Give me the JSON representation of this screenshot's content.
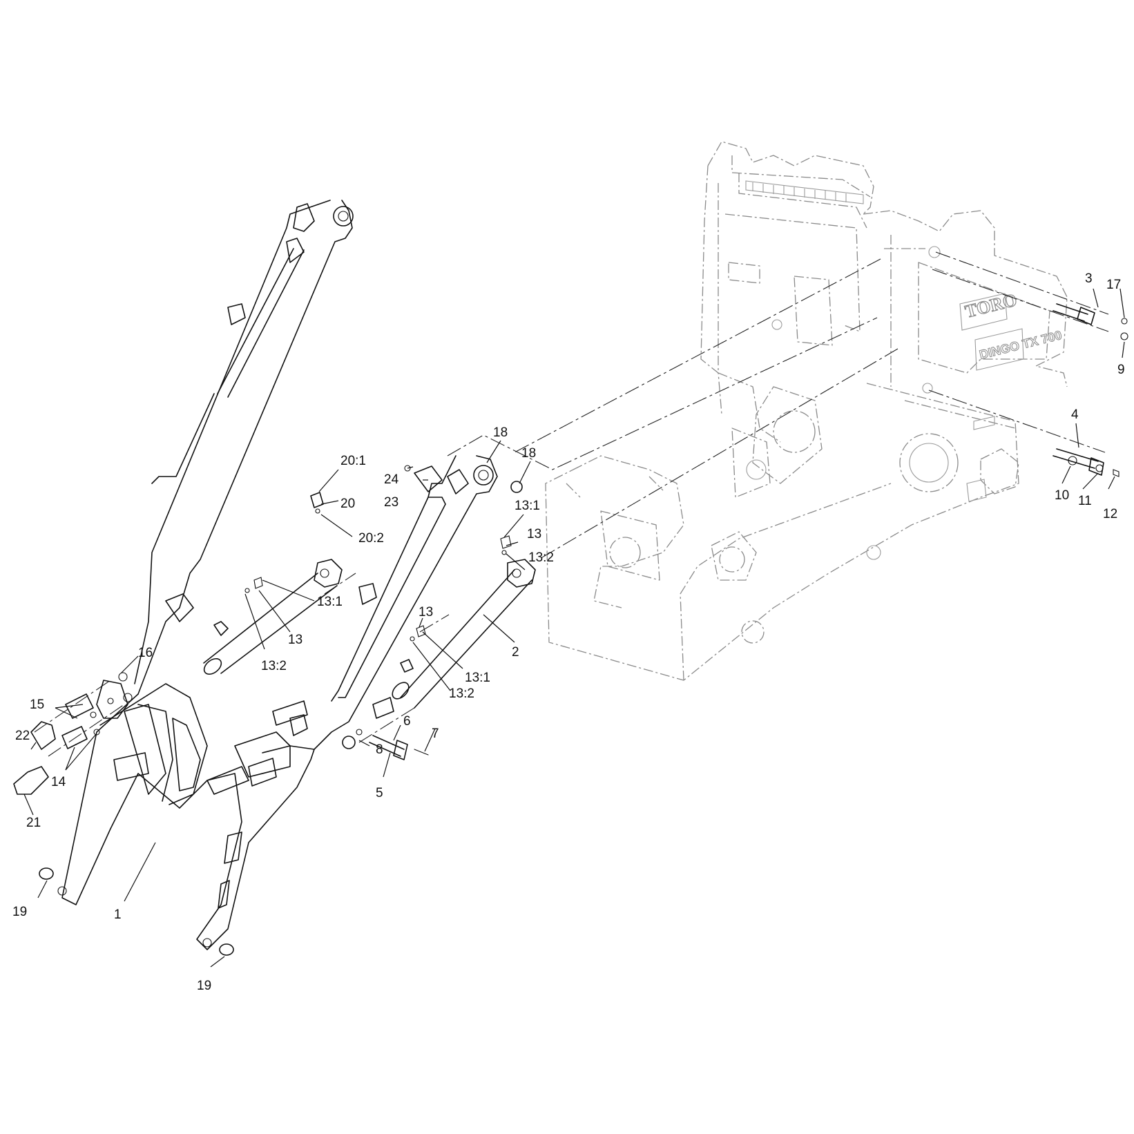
{
  "diagram": {
    "frame_brand": "TORO",
    "frame_model": "DINGO TX 700"
  },
  "callouts": [
    {
      "id": "c-3",
      "label": "3"
    },
    {
      "id": "c-17",
      "label": "17"
    },
    {
      "id": "c-9",
      "label": "9"
    },
    {
      "id": "c-4",
      "label": "4"
    },
    {
      "id": "c-10",
      "label": "10"
    },
    {
      "id": "c-11",
      "label": "11"
    },
    {
      "id": "c-12",
      "label": "12"
    },
    {
      "id": "c-18a",
      "label": "18"
    },
    {
      "id": "c-18b",
      "label": "18"
    },
    {
      "id": "c-24",
      "label": "24"
    },
    {
      "id": "c-23",
      "label": "23"
    },
    {
      "id": "c-20-1",
      "label": "20:1"
    },
    {
      "id": "c-20",
      "label": "20"
    },
    {
      "id": "c-20-2",
      "label": "20:2"
    },
    {
      "id": "c-13-1a",
      "label": "13:1"
    },
    {
      "id": "c-13a",
      "label": "13"
    },
    {
      "id": "c-13-2a",
      "label": "13:2"
    },
    {
      "id": "c-13-1b",
      "label": "13:1"
    },
    {
      "id": "c-13b",
      "label": "13"
    },
    {
      "id": "c-13-2b",
      "label": "13:2"
    },
    {
      "id": "c-13c",
      "label": "13"
    },
    {
      "id": "c-13-1c",
      "label": "13:1"
    },
    {
      "id": "c-13-2c",
      "label": "13:2"
    },
    {
      "id": "c-2",
      "label": "2"
    },
    {
      "id": "c-16",
      "label": "16"
    },
    {
      "id": "c-15",
      "label": "15"
    },
    {
      "id": "c-22",
      "label": "22"
    },
    {
      "id": "c-14",
      "label": "14"
    },
    {
      "id": "c-21",
      "label": "21"
    },
    {
      "id": "c-8",
      "label": "8"
    },
    {
      "id": "c-6",
      "label": "6"
    },
    {
      "id": "c-7",
      "label": "7"
    },
    {
      "id": "c-5",
      "label": "5"
    },
    {
      "id": "c-1",
      "label": "1"
    },
    {
      "id": "c-19a",
      "label": "19"
    },
    {
      "id": "c-19b",
      "label": "19"
    }
  ]
}
